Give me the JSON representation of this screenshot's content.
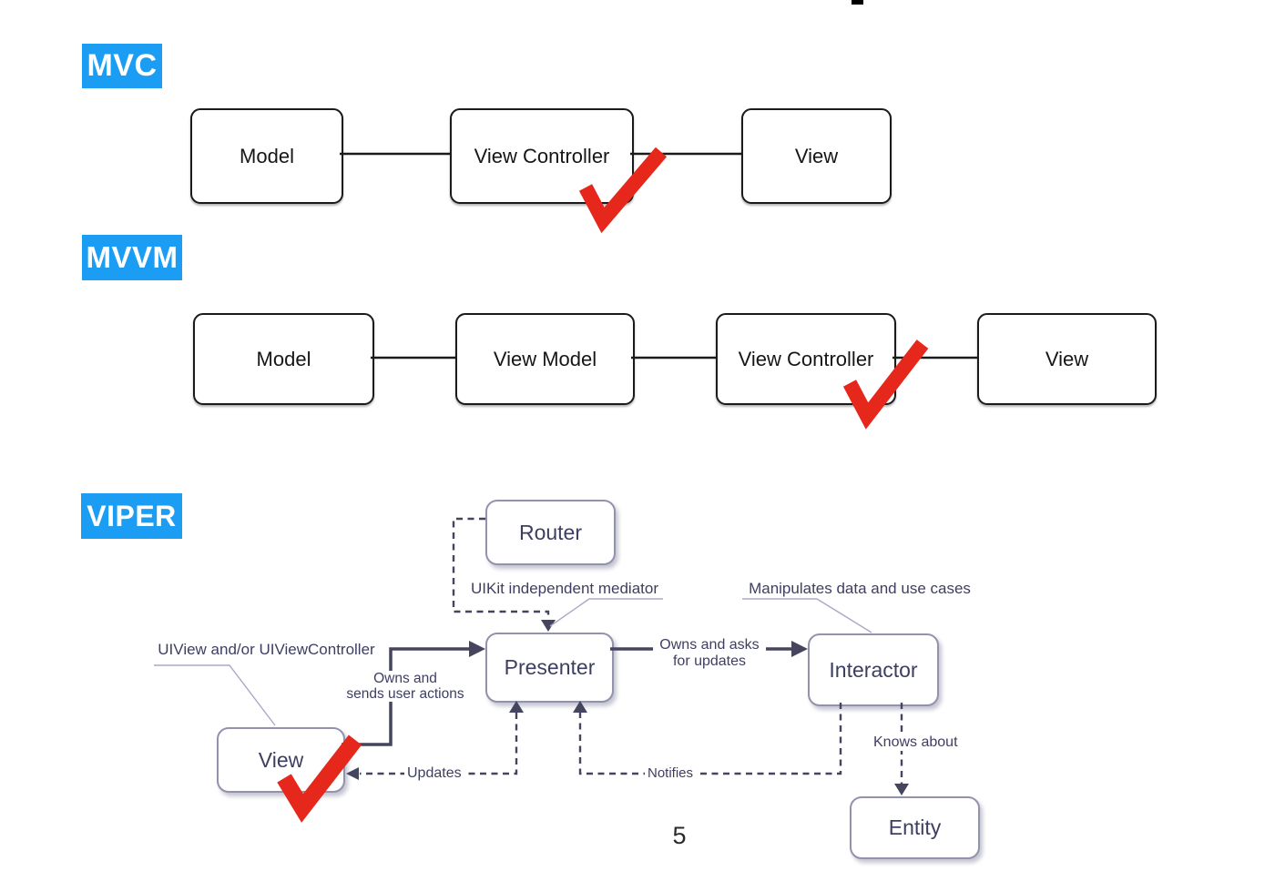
{
  "colors": {
    "tag_blue": "#1b9df3",
    "check_red": "#e6271c",
    "diagram_ink": "#45455f",
    "diagram_text": "#3e3e62",
    "diagram_border": "#9292ae",
    "callout_line": "#a9a9c7",
    "box_ink": "#1b1b1b"
  },
  "page": {
    "number": "5"
  },
  "sections": {
    "mvc": {
      "tag": "MVC",
      "boxes": [
        {
          "label": "Model"
        },
        {
          "label": "View Controller"
        },
        {
          "label": "View"
        }
      ],
      "checked_box": "View Controller"
    },
    "mvvm": {
      "tag": "MVVM",
      "boxes": [
        {
          "label": "Model"
        },
        {
          "label": "View Model"
        },
        {
          "label": "View Controller"
        },
        {
          "label": "View"
        }
      ],
      "checked_box": "View Controller"
    },
    "viper": {
      "tag": "VIPER",
      "boxes": [
        {
          "label": "Router"
        },
        {
          "label": "Presenter"
        },
        {
          "label": "Interactor"
        },
        {
          "label": "View"
        },
        {
          "label": "Entity"
        }
      ],
      "checked_box": "View",
      "annotations": {
        "uikit": "UIKit independent mediator",
        "manipulates": "Manipulates data and use cases",
        "uiview": "UIView and/or UIViewController",
        "owns_sends_line1": "Owns and",
        "owns_sends_line2": "sends user actions",
        "owns_asks_line1": "Owns and asks",
        "owns_asks_line2": "for updates",
        "updates": "Updates",
        "notifies": "Notifies",
        "knows_about": "Knows about"
      }
    }
  }
}
